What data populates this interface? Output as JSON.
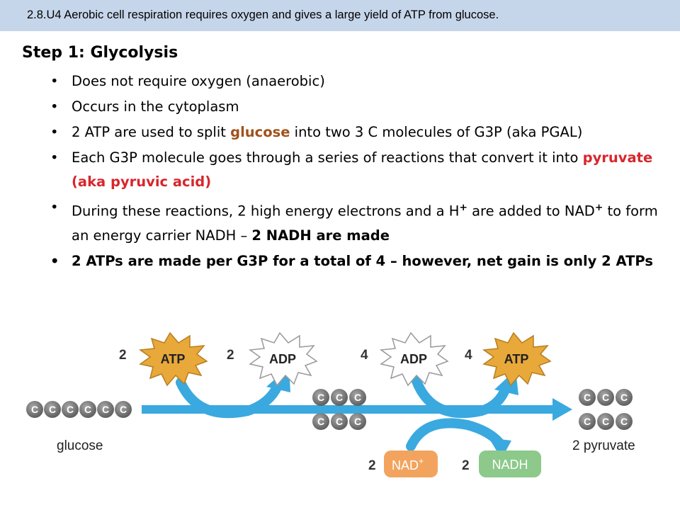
{
  "header": {
    "banner_text": "2.8.U4 Aerobic cell respiration requires oxygen and gives a large yield of ATP from glucose."
  },
  "step": {
    "title": "Step 1: Glycolysis"
  },
  "bullets": {
    "b1": "Does not require oxygen (anaerobic)",
    "b2": "Occurs in the cytoplasm",
    "b3_pre": "2 ATP are used to split ",
    "b3_glucose": "glucose",
    "b3_post": " into two 3 C molecules of G3P (aka PGAL)",
    "b4_pre": "Each G3P molecule goes through a series of reactions that convert it into ",
    "b4_pyruvate": "pyruvate (aka pyruvic acid)",
    "b5_pre": "During these reactions, 2 high energy electrons and a H",
    "b5_mid1": " are added to NAD",
    "b5_mid2": " to form an energy carrier NADH – ",
    "b5_bold": "2 NADH are made",
    "plus_sign": "+",
    "b6": "2 ATPs are made per G3P for a total of 4 – however, net gain is only 2 ATPs"
  },
  "diagram": {
    "atp_in_count": "2",
    "atp_in_label": "ATP",
    "adp_out_count": "2",
    "adp_out_label": "ADP",
    "adp_in_count": "4",
    "adp_in_label": "ADP",
    "atp_out_count": "4",
    "atp_out_label": "ATP",
    "nad_count": "2",
    "nad_label": "NAD",
    "nad_plus": "+",
    "nadh_count": "2",
    "nadh_label": "NADH",
    "carbon_letter": "C",
    "glucose_label": "glucose",
    "pyruvate_label": "2 pyruvate",
    "colors": {
      "atp_star": "#e8a83a",
      "adp_star": "#ffffff",
      "arrow_blue": "#3aa9df",
      "nad_orange": "#f2a45e",
      "nadh_green": "#8cc98a",
      "carbon_gray": "#7b7b7b",
      "banner": "#c6d6ea",
      "glucose_text": "#a0521c",
      "pyruvate_text": "#d8262c"
    }
  }
}
